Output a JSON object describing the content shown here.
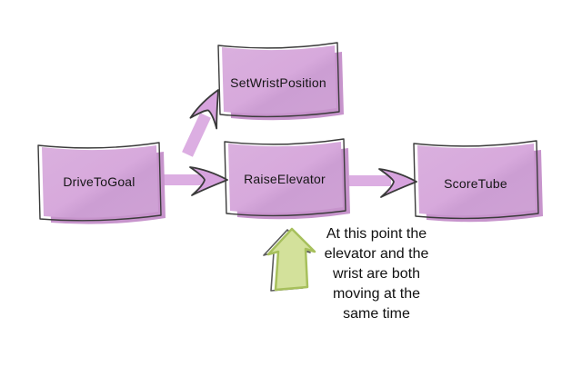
{
  "diagram": {
    "nodes": [
      {
        "id": "drive-to-goal",
        "label": "DriveToGoal"
      },
      {
        "id": "set-wrist-position",
        "label": "SetWristPosition"
      },
      {
        "id": "raise-elevator",
        "label": "RaiseElevator"
      },
      {
        "id": "score-tube",
        "label": "ScoreTube"
      }
    ],
    "edges": [
      {
        "from": "DriveToGoal",
        "to": "SetWristPosition",
        "direction": "up-right"
      },
      {
        "from": "DriveToGoal",
        "to": "RaiseElevator",
        "direction": "right"
      },
      {
        "from": "RaiseElevator",
        "to": "ScoreTube",
        "direction": "right"
      }
    ],
    "annotation": {
      "arrow": "green-up-arrow",
      "points_to": "RaiseElevator",
      "full_text": "At this point the elevator and the wrist are both moving at the same time",
      "lines": [
        "At this point the",
        "elevator and the",
        "wrist are both",
        "moving at the",
        "same time"
      ]
    },
    "colors": {
      "background": "#ffffff",
      "node_fill": "#d7a9dc",
      "node_fill_shade": "#cc9ed3",
      "node_shadow": "#c794cc",
      "node_outline": "#3b3b3b",
      "arrow_shaft": "#dcaee2",
      "arrow_head_fill": "#d7a3de",
      "arrow_outline": "#3a3a3a",
      "green_arrow_fill": "#d3e19b",
      "green_arrow_edge": "#a7c05c",
      "green_arrow_sketch": "#5c5c5c",
      "label_text": "#161616"
    }
  }
}
